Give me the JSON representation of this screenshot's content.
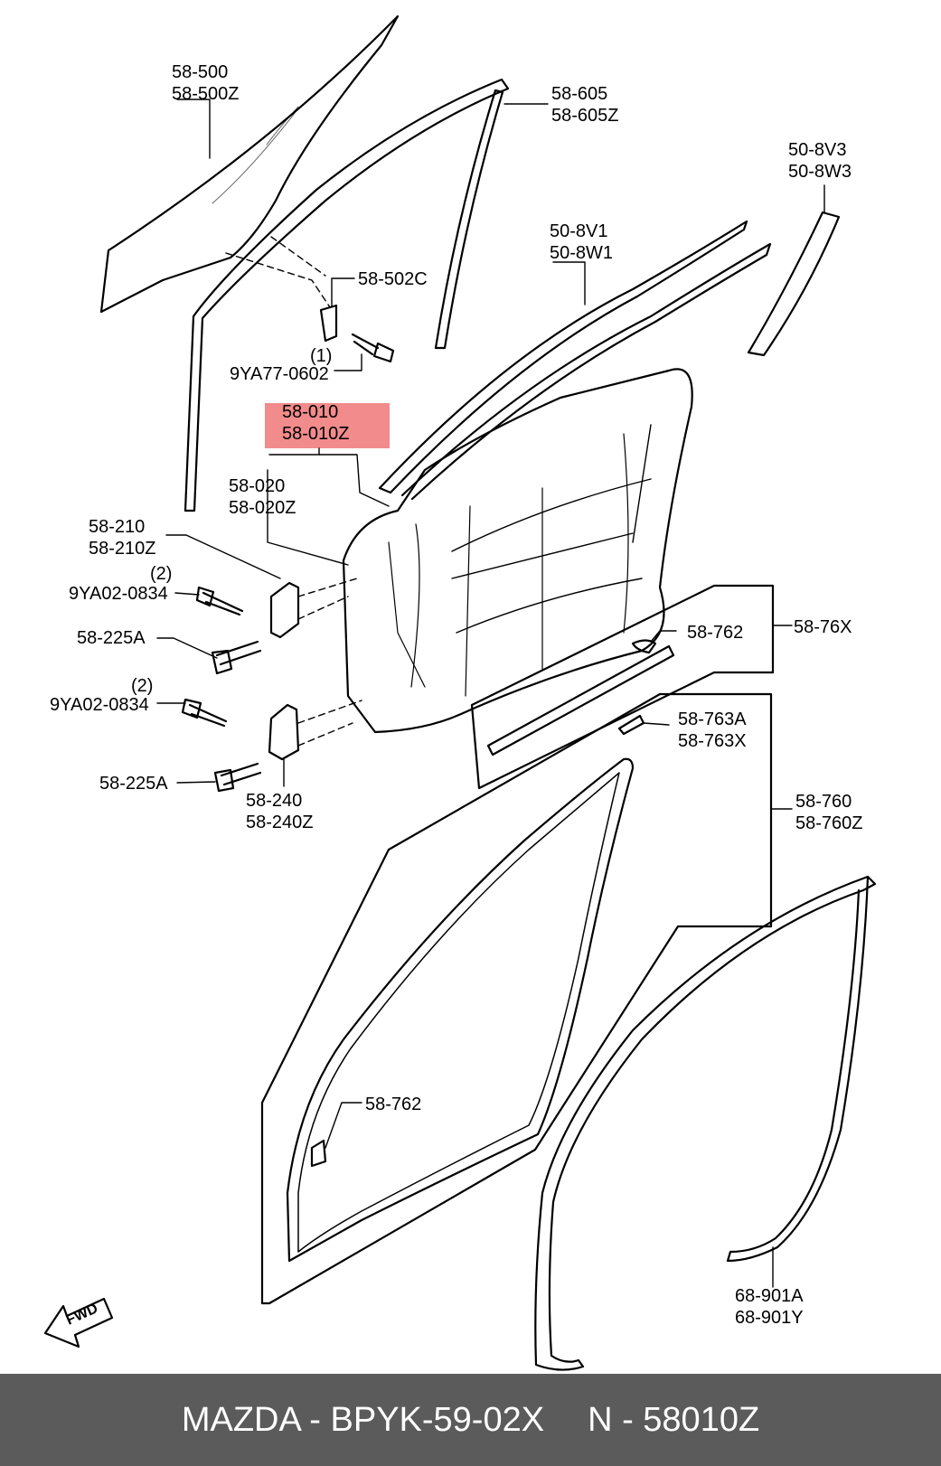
{
  "labels": {
    "l_58_500": [
      "58-500",
      "58-500Z"
    ],
    "l_58_605": [
      "58-605",
      "58-605Z"
    ],
    "l_50_8v3": [
      "50-8V3",
      "50-8W3"
    ],
    "l_50_8v1": [
      "50-8V1",
      "50-8W1"
    ],
    "l_58_502c": [
      "58-502C"
    ],
    "l_qty_1": [
      "(1)"
    ],
    "l_9ya77": [
      "9YA77-0602"
    ],
    "l_58_010": [
      "58-010",
      "58-010Z"
    ],
    "l_58_020": [
      "58-020",
      "58-020Z"
    ],
    "l_58_210": [
      "58-210",
      "58-210Z"
    ],
    "l_qty_2a": [
      "(2)"
    ],
    "l_9ya02_a": [
      "9YA02-0834"
    ],
    "l_58_225a_a": [
      "58-225A"
    ],
    "l_qty_2b": [
      "(2)"
    ],
    "l_9ya02_b": [
      "9YA02-0834"
    ],
    "l_58_225a_b": [
      "58-225A"
    ],
    "l_58_240": [
      "58-240",
      "58-240Z"
    ],
    "l_58_762_a": [
      "58-762"
    ],
    "l_58_76x": [
      "58-76X"
    ],
    "l_58_763a": [
      "58-763A",
      "58-763X"
    ],
    "l_58_760": [
      "58-760",
      "58-760Z"
    ],
    "l_58_762_b": [
      "58-762"
    ],
    "l_68_901a": [
      "68-901A",
      "68-901Y"
    ]
  },
  "fwd_label": "FWD",
  "highlight_color": "#f28b8b",
  "footer": {
    "left": "MAZDA - BPYK-59-02X",
    "right": "N - 58010Z"
  }
}
